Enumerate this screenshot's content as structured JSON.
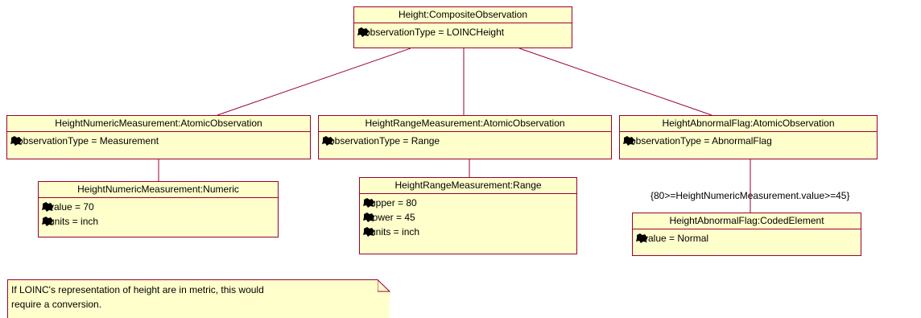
{
  "objects": {
    "height": {
      "title": "Height:CompositeObservation",
      "attrs": [
        "observationType = LOINCHeight"
      ]
    },
    "numeric_measurement": {
      "title": "HeightNumericMeasurement:AtomicObservation",
      "attrs": [
        "observationType = Measurement"
      ]
    },
    "range_measurement": {
      "title": "HeightRangeMeasurement:AtomicObservation",
      "attrs": [
        "observationType = Range"
      ]
    },
    "abnormal_flag": {
      "title": "HeightAbnormalFlag:AtomicObservation",
      "attrs": [
        "observationType = AbnormalFlag"
      ]
    },
    "numeric": {
      "title": "HeightNumericMeasurement:Numeric",
      "attrs": [
        "value = 70",
        "units = inch"
      ]
    },
    "range": {
      "title": "HeightRangeMeasurement:Range",
      "attrs": [
        "upper = 80",
        "lower = 45",
        "units = inch"
      ]
    },
    "coded_element": {
      "title": "HeightAbnormalFlag:CodedElement",
      "attrs": [
        "value = Normal"
      ]
    }
  },
  "constraint": "{80>=HeightNumericMeasurement.value>=45}",
  "note": {
    "line1": "If LOINC's representation of height are in metric, this would",
    "line2": "require a conversion."
  },
  "colors": {
    "box_fill": "#ffffcc",
    "box_border": "#990033",
    "line": "#990033"
  },
  "icons": {
    "attribute": "attribute-icon"
  }
}
